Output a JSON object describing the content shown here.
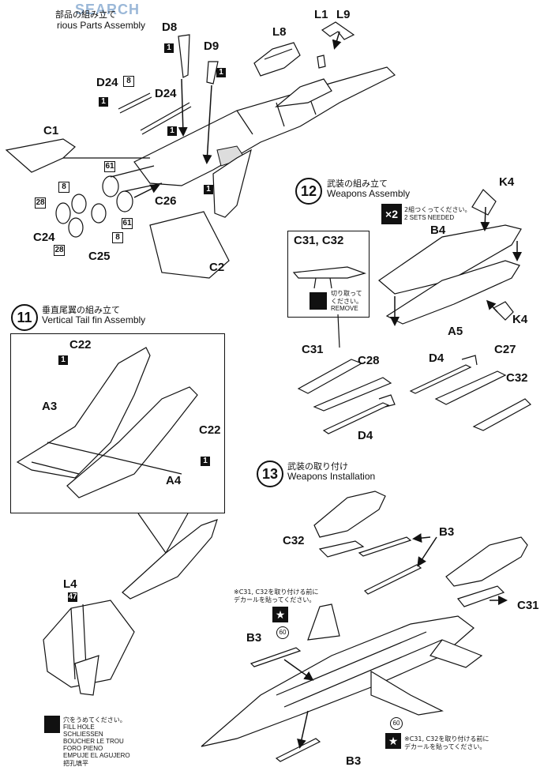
{
  "watermark": "SEARCH",
  "steps": {
    "s10": {
      "number": "",
      "title_jp": "部品の組み立て",
      "title_en": "rious Parts Assembly"
    },
    "s11": {
      "number": "11",
      "title_jp": "垂直尾翼の組み立て",
      "title_en": "Vertical Tail fin Assembly"
    },
    "s12": {
      "number": "12",
      "title_jp": "武装の組み立て",
      "title_en": "Weapons Assembly"
    },
    "s13": {
      "number": "13",
      "title_jp": "武装の取り付け",
      "title_en": "Weapons Installation"
    }
  },
  "parts": {
    "d8": "D8",
    "d9": "D9",
    "d24a": "D24",
    "d24b": "D24",
    "l1": "L1",
    "l9": "L9",
    "l8": "L8",
    "c1": "C1",
    "c26": "C26",
    "c24": "C24",
    "c25": "C25",
    "c2": "C2",
    "k4a": "K4",
    "k4b": "K4",
    "b4": "B4",
    "a5": "A5",
    "c31c32": "C31, C32",
    "c31a": "C31",
    "c28": "C28",
    "d4a": "D4",
    "d4b": "D4",
    "c27": "C27",
    "c32a": "C32",
    "c22a": "C22",
    "c22b": "C22",
    "a3": "A3",
    "a4": "A4",
    "l4": "L4",
    "c32b": "C32",
    "b3a": "B3",
    "b3b": "B3",
    "b3c": "B3",
    "c31b": "C31"
  },
  "paint": {
    "p1": "1",
    "p8": "8",
    "p28": "28",
    "p61": "61",
    "p47": "47",
    "p60": "60"
  },
  "notes": {
    "x2": "×2",
    "sets_jp": "2組つくってください。",
    "sets_en": "2 SETS NEEDED",
    "remove_jp1": "切り取って",
    "remove_jp2": "ください。",
    "remove_en": "REMOVE",
    "decal_jp1": "※C31, C32を取り付ける前に",
    "decal_jp2": "デカールを貼ってください。",
    "decal2_jp1": "※C31, C32を取り付ける前に",
    "decal2_jp2": "デカールを貼ってください。",
    "fill_jp": "穴をうめてください。",
    "fill_en": "FILL HOLE",
    "fill_de": "SCHLIESSEN",
    "fill_fr": "BOUCHER LE TROU",
    "fill_it": "FORO PIENO",
    "fill_es": "EMPUJE EL AGUJERO",
    "fill_cn": "把孔填平"
  }
}
